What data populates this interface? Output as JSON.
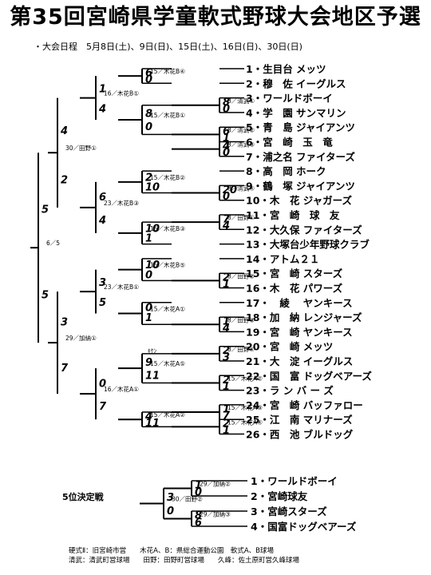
{
  "title": "第35回宮崎県学童軟式野球大会地区予選",
  "schedule": "・大会日程　5月8日(土)、9日(日)、15日(土)、16日(日)、30日(日)",
  "teams": [
    "1・生目台 メッツ",
    "2・穆　佐 イーグルス",
    "3・ワールドボーイ",
    "4・学　園 サンマリン",
    "5・青　島 ジャイアンツ",
    "6・宮　崎　玉　竜",
    "7・浦之名 ファイターズ",
    "8・高　岡 ホーク",
    "9・鶴　塚 ジャイアンツ",
    "10・木　花 ジャガーズ",
    "11・宮　崎　球　友",
    "12・大久保 ファイターズ",
    "13・大塚台少年野球クラブ",
    "14・アトム２１",
    "15・宮　崎 スターズ",
    "16・木　花 パワーズ",
    "17・　綾　 ヤンキース",
    "18・加　納 レンジャーズ",
    "19・宮　崎 ヤンキース",
    "20・宮　崎 メッツ",
    "21・大　淀 イーグルス",
    "22・国　富 ドッグベアーズ",
    "23・ラ ン バ ー ズ",
    "24・宮　崎 バッファロー",
    "25・江　南 マリナーズ",
    "26・西　池 ブルドッグ"
  ],
  "r1": [
    {
      "venue": "8／清武①",
      "s1": "8",
      "s2": "0"
    },
    {
      "venue": "8／清武②",
      "s1": "6",
      "s2": "1"
    },
    {
      "venue": "8／清武③",
      "s1": "4",
      "s2": "0"
    },
    {
      "venue": "8／清武④",
      "s1": "20",
      "s2": "0"
    },
    {
      "venue": "8／田野①",
      "s1": "7",
      "s2": "4"
    },
    {
      "venue": "8／田野②",
      "s1": "2",
      "s2": "1"
    },
    {
      "venue": "8／田野③",
      "s1": "1",
      "s2": "4"
    },
    {
      "venue": "8／田野④",
      "s1": "2",
      "s2": "3"
    },
    {
      "venue": "15／木花A②",
      "s1": "2",
      "s2": "1"
    },
    {
      "venue": "15／木花A③",
      "s1": "1",
      "s2": "7"
    },
    {
      "venue": "15／木花A④",
      "s1": "2",
      "s2": "1"
    }
  ],
  "r2": [
    {
      "venue": "15／木花B④",
      "s1": "6",
      "s2": "0"
    },
    {
      "venue": "15／木花B①",
      "s1": "8",
      "s2": "0"
    },
    {
      "venue": "15／木花B②",
      "s1": "2",
      "s2": "10"
    },
    {
      "venue": "15／木花B③",
      "s1": "10",
      "s2": "1"
    },
    {
      "venue": "15／木花B⑤",
      "s1": "10",
      "s2": "0"
    },
    {
      "venue": "15／木花A①",
      "s1": "1",
      "s2": "0"
    },
    {
      "venue": "15／木花A⑤",
      "s1": "9",
      "s2": "11"
    },
    {
      "venue": "15／木花A②",
      "s1": "4",
      "s2": "11"
    }
  ],
  "r3": [
    {
      "venue": "16／木花B①",
      "s1": "1",
      "s2": "4"
    },
    {
      "venue": "23／木花B③",
      "s1": "6",
      "s2": "4"
    },
    {
      "venue": "23／木花B①",
      "s1": "3",
      "s2": "5"
    },
    {
      "venue": "16／木花A①",
      "s1": "0",
      "s2": "7"
    }
  ],
  "r4": [
    {
      "venue": "30／田野①",
      "s1": "4",
      "s2": "2"
    },
    {
      "venue": "29／加納①",
      "s1": "3",
      "s2": "7"
    }
  ],
  "final": {
    "venue": "6／5",
    "s1": "5",
    "s2": "5"
  },
  "note": "ｷｹﾝ",
  "fifth": {
    "label": "5位決定戦",
    "teams": [
      "1・ワールドボーイ",
      "2・宮崎球友",
      "3・宮崎スターズ",
      "4・国富ドッグベアーズ"
    ],
    "semis": [
      {
        "venue": "29／加納②",
        "s1": "1",
        "s2": "0"
      },
      {
        "venue": "29／加納③",
        "s1": "8",
        "s2": "6"
      }
    ],
    "final": {
      "venue": "30／田野②",
      "s1": "3",
      "s2": "0"
    }
  },
  "footer": [
    "硬式Ⅱ：旧宮崎市営　　木花A、B：県総合運動公園　軟式A、B球場",
    "清武：清武町営球場　　田野：田野町営球場　　久峰：佐土原町営久峰球場"
  ]
}
